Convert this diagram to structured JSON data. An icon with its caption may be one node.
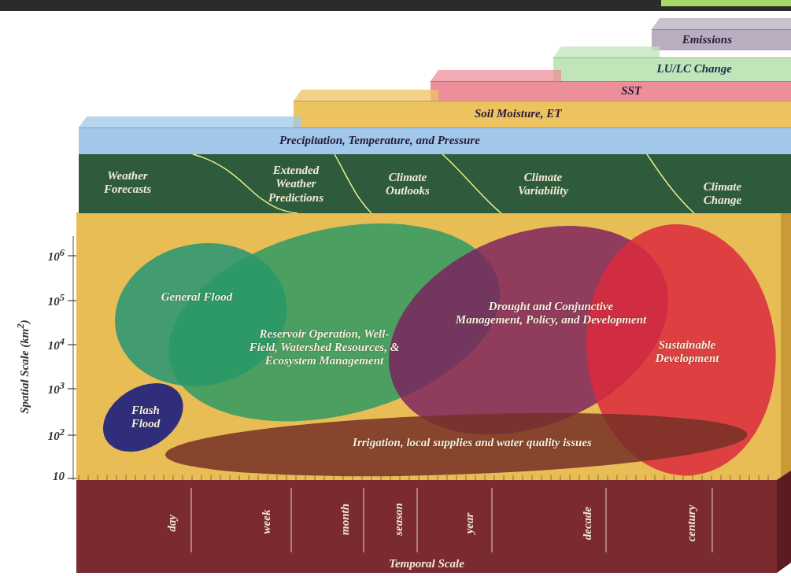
{
  "diagram": {
    "nodes": [
      {
        "text": [
          "Emissions"
        ]
      },
      {
        "text": [
          "LU/LC Change"
        ]
      },
      {
        "text": [
          "SST"
        ]
      },
      {
        "text": [
          "Soil Moisture, ET"
        ]
      },
      {
        "text": [
          "Precipitation, Temperature, and Pressure"
        ]
      },
      {
        "text": [
          "Weather Forecasts",
          "Extended Weather Predictions",
          "Climate Outlooks",
          "Climate Variability",
          "Climate Change"
        ]
      },
      {
        "text": [
          "General Flood"
        ]
      },
      {
        "text": [
          "Reservoir Operation, Well-Field, Watershed Resources, & Ecosystem Management"
        ]
      },
      {
        "text": [
          "Drought and Conjunctive Management, Policy, and Development"
        ]
      },
      {
        "text": [
          "Sustainable Development"
        ]
      },
      {
        "text": [
          "Flash Flood"
        ]
      },
      {
        "text": [
          "Irrigation, local supplies and water quality issues"
        ]
      },
      {
        "text": [
          "day",
          "week",
          "month",
          "season",
          "year",
          "decade",
          "century",
          "Temporal Scale"
        ]
      }
    ],
    "labels": [
      "10$^{6}$",
      "10$^{5}$",
      "10$^{4}$",
      "10$^{3}$",
      "10$^{2}$",
      "10",
      "Spatial Scale (km$^{2}$)"
    ]
  }
}
